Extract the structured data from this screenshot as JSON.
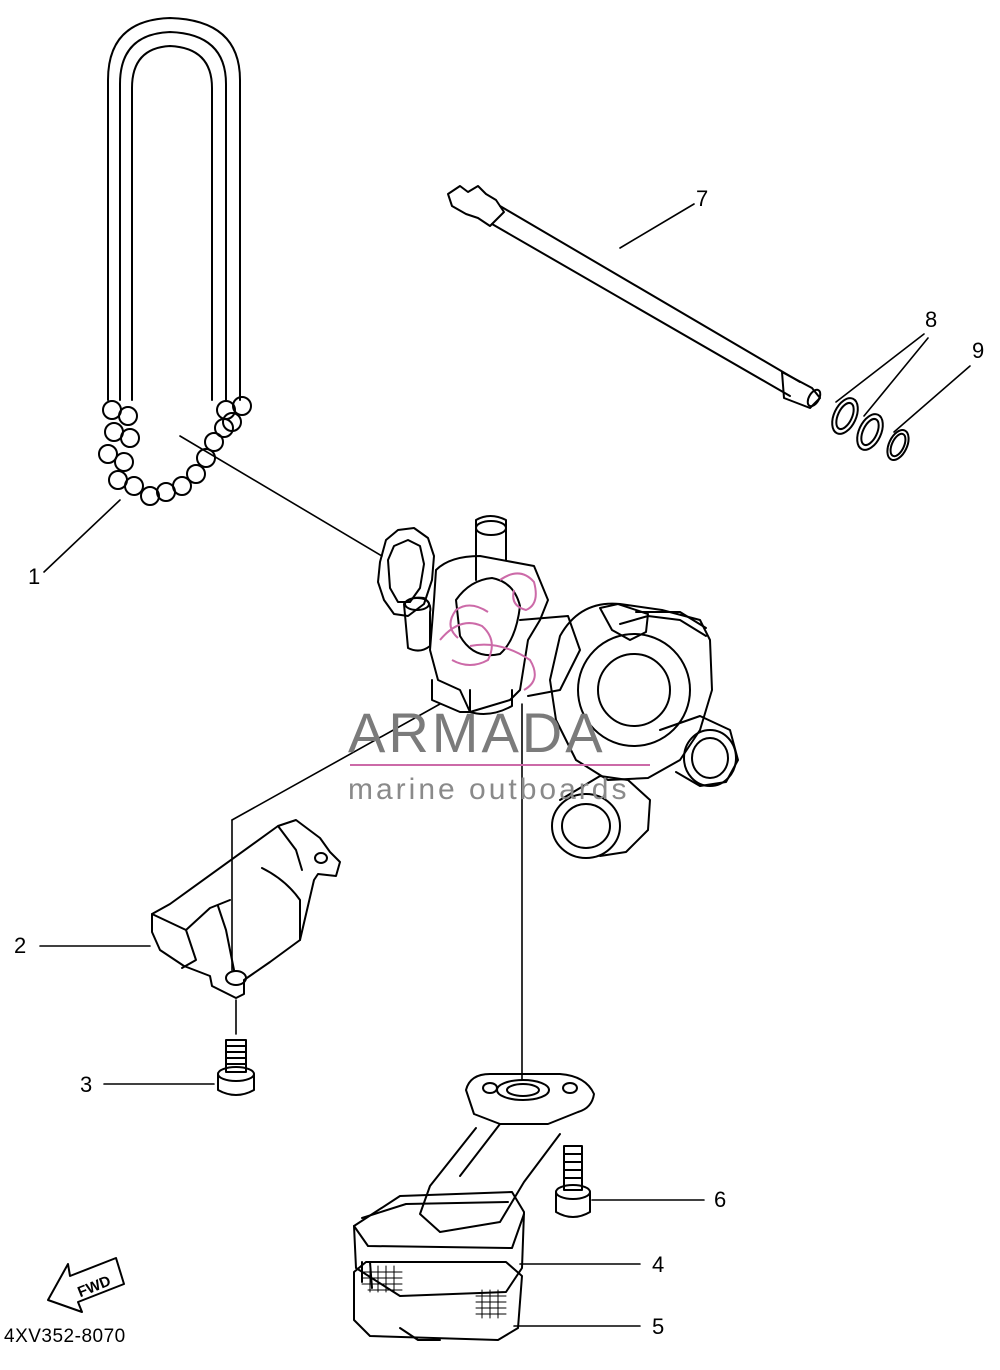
{
  "callouts": [
    {
      "id": "1",
      "label": "1"
    },
    {
      "id": "2",
      "label": "2"
    },
    {
      "id": "3",
      "label": "3"
    },
    {
      "id": "4",
      "label": "4"
    },
    {
      "id": "5",
      "label": "5"
    },
    {
      "id": "6",
      "label": "6"
    },
    {
      "id": "7",
      "label": "7"
    },
    {
      "id": "8",
      "label": "8"
    },
    {
      "id": "9",
      "label": "9"
    }
  ],
  "fwd_arrow": {
    "label": "FWD",
    "icon": "fwd-arrow-icon"
  },
  "diagram_code": "4XV352-8070",
  "watermark": {
    "brand": "ARMADA",
    "tagline": "marine outboards",
    "brand_color": "#7b7b7b",
    "accent_color": "#cc6aa8"
  }
}
